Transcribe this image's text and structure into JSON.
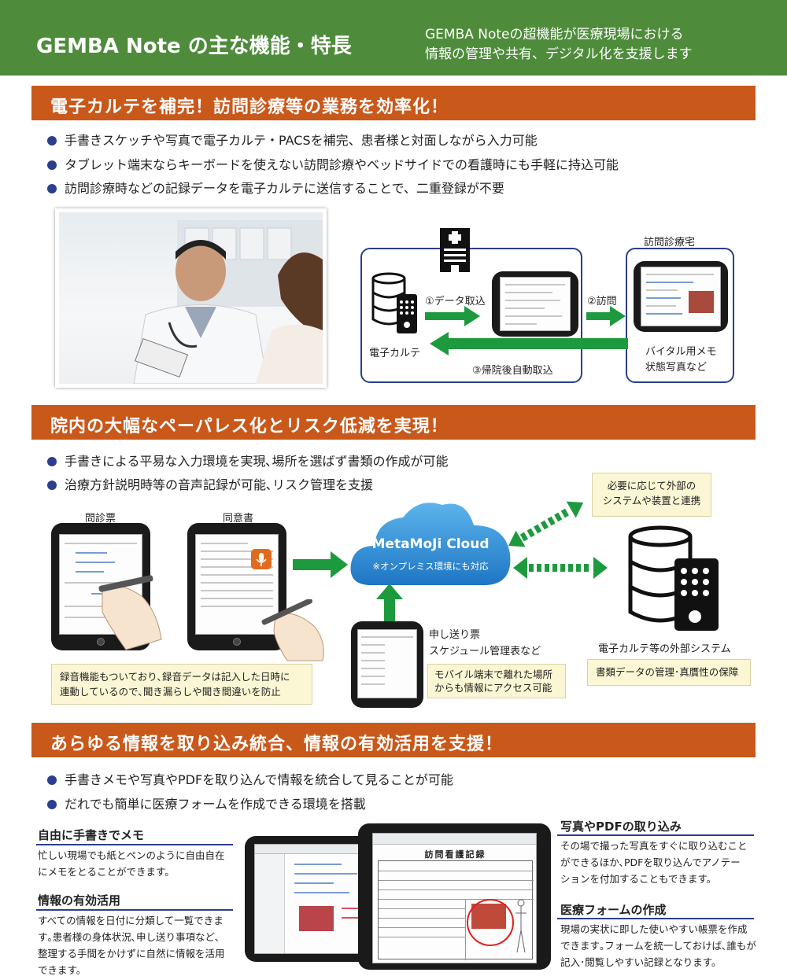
{
  "header": {
    "title": "GEMBA Note の主な機能・特長",
    "subtitle_line1": "GEMBA Noteの超機能が医療現場における",
    "subtitle_line2": "情報の管理や共有、デジタル化を支援します"
  },
  "section1": {
    "heading": "電子カルテを補完！訪問診療等の業務を効率化！",
    "bullets": [
      "手書きスケッチや写真で電子カルテ・PACSを補完、患者様と対面しながら入力可能",
      "タブレット端末ならキーボードを使えない訪問診療やベッドサイドでの看護時にも手軽に持込可能",
      "訪問診療時などの記録データを電子カルテに送信することで、二重登録が不要"
    ],
    "diagram": {
      "visit_home": "訪問診療宅",
      "step1": "①データ取込",
      "step2": "②訪問",
      "step3": "③帰院後自動取込",
      "emr": "電子カルテ",
      "vital_line1": "バイタル用メモ",
      "vital_line2": "状態写真など"
    }
  },
  "section2": {
    "heading": "院内の大幅なペーパレス化とリスク低減を実現！",
    "bullets": [
      "手書きによる平易な入力環境を実現､場所を選ばず書類の作成が可能",
      "治療方針説明時等の音声記録が可能､リスク管理を支援"
    ],
    "tablet1_label": "問診票",
    "tablet2_label": "同意書",
    "cloud_name": "MetaMoJi Cloud",
    "cloud_note": "※オンプレミス環境にも対応",
    "external_note_line1": "必要に応じて外部の",
    "external_note_line2": "システムや装置と連携",
    "handover_line1": "申し送り票",
    "handover_line2": "スケジュール管理表など",
    "external_system": "電子カルテ等の外部システム",
    "recording_note_line1": "録音機能もついており､録音データは記入した日時に",
    "recording_note_line2": "連動しているので､聞き漏らしや聞き間違いを防止",
    "mobile_note_line1": "モバイル端末で離れた場所",
    "mobile_note_line2": "からも情報にアクセス可能",
    "docs_note": "書類データの管理･真贋性の保障"
  },
  "section3": {
    "heading": "あらゆる情報を取り込み統合、情報の有効活用を支援！",
    "bullets": [
      "手書きメモや写真やPDFを取り込んで情報を統合して見ることが可能",
      "だれでも簡単に医療フォームを作成できる環境を搭載"
    ],
    "left1_title": "自由に手書きでメモ",
    "left1_text_line1": "忙しい現場でも紙とペンのように自由自在",
    "left1_text_line2": "にメモをとることができます。",
    "left2_title": "情報の有効活用",
    "left2_text_line1": "すべての情報を日付に分類して一覧できま",
    "left2_text_line2": "す｡患者様の身体状況､申し送り事項など､",
    "left2_text_line3": "整理する手間をかけずに自然に情報を活用",
    "left2_text_line4": "できます。",
    "right1_title": "写真やPDFの取り込み",
    "right1_text_line1": "その場で撮った写真をすぐに取り込むこと",
    "right1_text_line2": "ができるほか､PDFを取り込んでアノテー",
    "right1_text_line3": "ションを付加することもできます。",
    "right2_title": "医療フォームの作成",
    "right2_text_line1": "現場の実状に即した使いやすい帳票を作成",
    "right2_text_line2": "できます｡フォームを統一しておけば､誰もが",
    "right2_text_line3": "記入･閲覧しやすい記録となります。",
    "form_title": "訪問看護記録"
  },
  "colors": {
    "header_green": "#4e8c3b",
    "band_orange": "#c9581b",
    "bullet_navy": "#2b3f8c",
    "arrow_green": "#1e9a3e",
    "cloud_blue": "#2d8fd5",
    "note_yellow": "#fbf7d4"
  }
}
